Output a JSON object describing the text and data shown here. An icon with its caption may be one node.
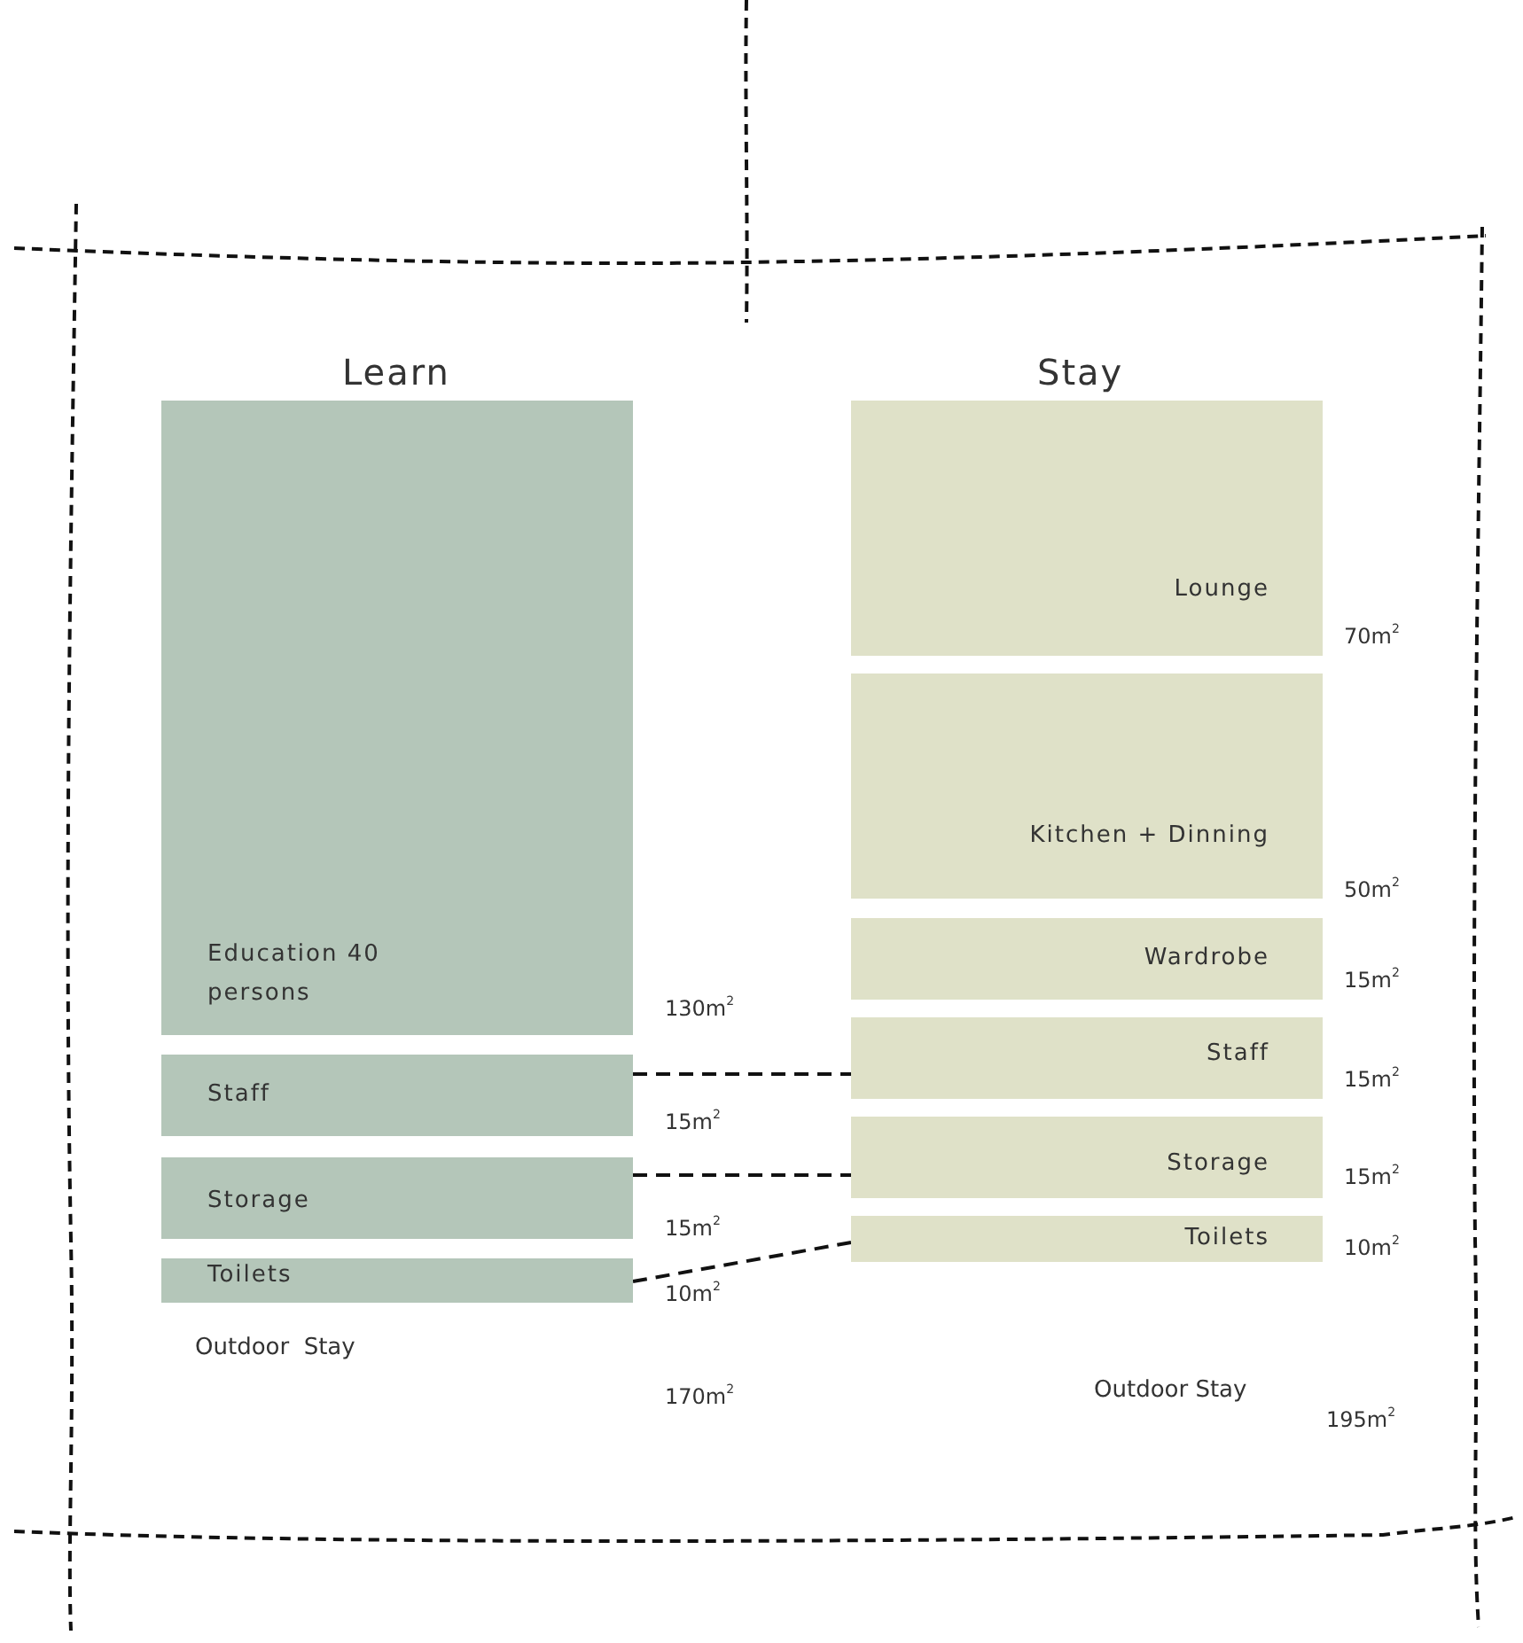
{
  "diagram": {
    "nodes": [
      {
        "text": [
          "Education 40 persons"
        ],
        "beside": [
          "130m$^{2}$"
        ]
      },
      {
        "text": [
          "Staff"
        ],
        "beside": [
          "15m$^{2}$"
        ]
      },
      {
        "text": [
          "Storage"
        ],
        "beside": [
          "15m$^{2}$"
        ]
      },
      {
        "text": [
          "Toilets"
        ],
        "beside": [
          "10m$^{2}$"
        ]
      },
      {
        "text": [
          "Lounge"
        ],
        "beside": [
          "70m$^{2}$"
        ]
      },
      {
        "text": [
          "Kitchen + Dinning"
        ],
        "beside": [
          "50m$^{2}$"
        ]
      },
      {
        "text": [
          "Wardrobe"
        ],
        "beside": [
          "15m$^{2}$"
        ]
      },
      {
        "text": [
          "Staff"
        ],
        "beside": [
          "15m$^{2}$"
        ]
      },
      {
        "text": [
          "Storage"
        ],
        "beside": [
          "15m$^{2}$"
        ]
      },
      {
        "text": [
          "Toilets"
        ],
        "beside": [
          "10m$^{2}$"
        ]
      }
    ],
    "edges": [
      {
        "from": 1,
        "to": 7,
        "arrow": "none",
        "style": "dashed"
      },
      {
        "from": 2,
        "to": 8,
        "arrow": "none",
        "style": "dashed"
      },
      {
        "from": 3,
        "to": 9,
        "arrow": "none",
        "style": "dashed"
      }
    ],
    "labels": [
      "Learn",
      "Stay",
      "Outdoor  Stay",
      "170m$^{2}$",
      "Outdoor Stay",
      "195m$^{2}$"
    ]
  }
}
